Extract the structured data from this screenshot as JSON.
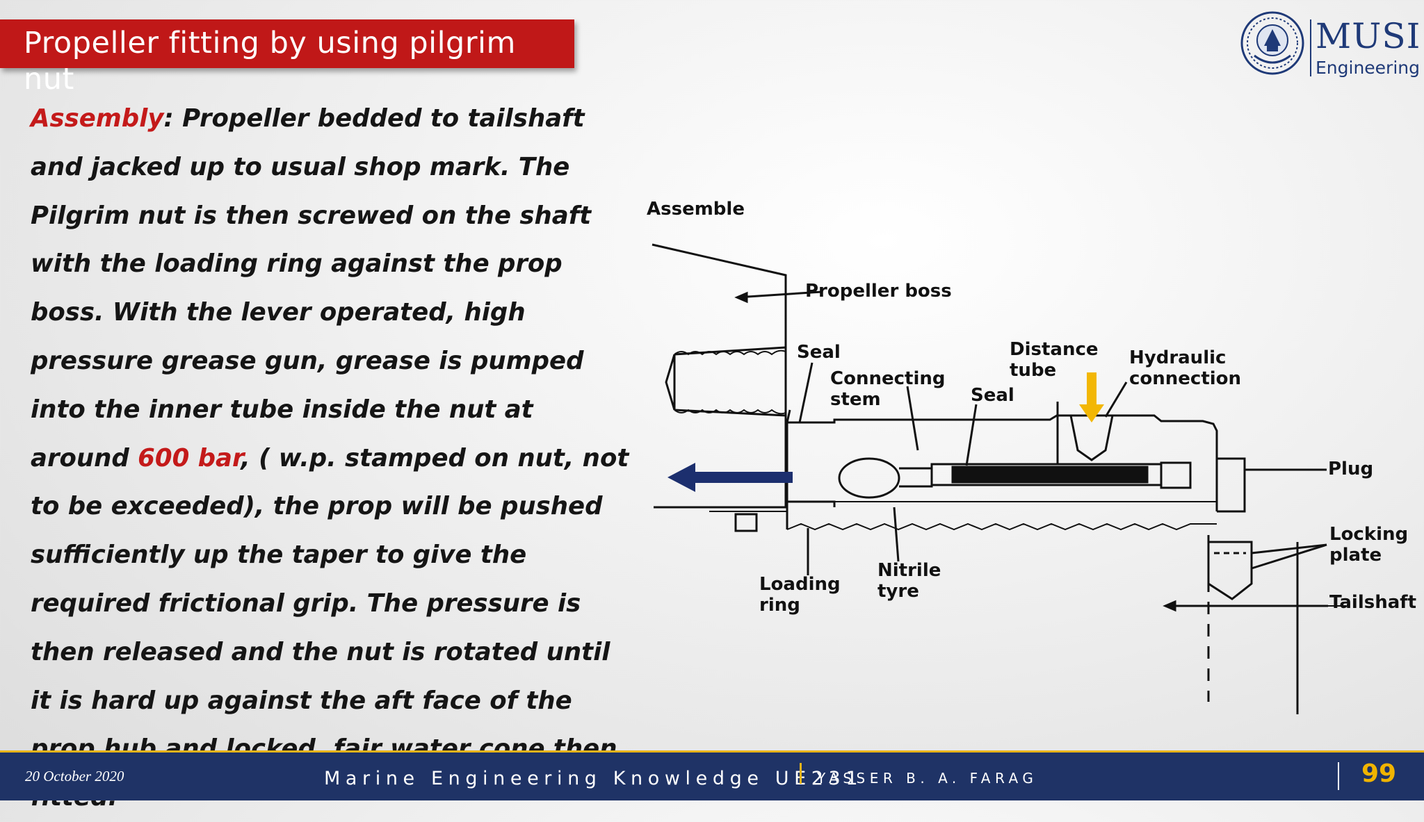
{
  "slide": {
    "title": "Propeller fitting by using pilgrim nut"
  },
  "logo": {
    "name": "MUSI",
    "subtitle": "Engineering",
    "icon": "university-seal-icon"
  },
  "body": {
    "term": "Assembly",
    "part1": ": Propeller bedded to tailshaft and jacked up to usual shop mark. The Pilgrim nut is then screwed on the shaft with the loading ring against the prop boss. With the lever operated, high pressure grease gun, grease is pumped into the inner tube inside the nut at around ",
    "pressure": "600 bar",
    "part2": ", ( w.p. stamped on nut, not to be exceeded), the prop will be pushed sufficiently up the taper to give the required frictional grip. The pressure is then released and the nut is rotated until it is hard up against the aft face of the prop hub and locked, fair water cone then fitted."
  },
  "diagram": {
    "heading": "Assemble",
    "labels": {
      "propeller_boss": "Propeller boss",
      "seal_1": "Seal",
      "connecting_stem_1": "Connecting",
      "connecting_stem_2": "stem",
      "distance_tube_1": "Distance",
      "distance_tube_2": "tube",
      "seal_2": "Seal",
      "hydraulic_1": "Hydraulic",
      "hydraulic_2": "connection",
      "plug": "Plug",
      "locking_plate_1": "Locking",
      "locking_plate_2": "plate",
      "tailshaft": "Tailshaft",
      "loading_ring_1": "Loading",
      "loading_ring_2": "ring",
      "nitrile_tyre_1": "Nitrile",
      "nitrile_tyre_2": "tyre"
    },
    "colors": {
      "push_arrow": "#1c2f6e",
      "pressure_arrow": "#f2b705"
    }
  },
  "footer": {
    "date": "20 October 2020",
    "course": "Marine Engineering Knowledge UE231",
    "author": "YASSER B. A. FARAG",
    "page": "99"
  },
  "colors": {
    "title_bar": "#c01818",
    "highlight": "#c41a1a",
    "footer_bg": "#1f3366",
    "footer_accent": "#e8b41a",
    "logo_blue": "#1f3a78"
  }
}
